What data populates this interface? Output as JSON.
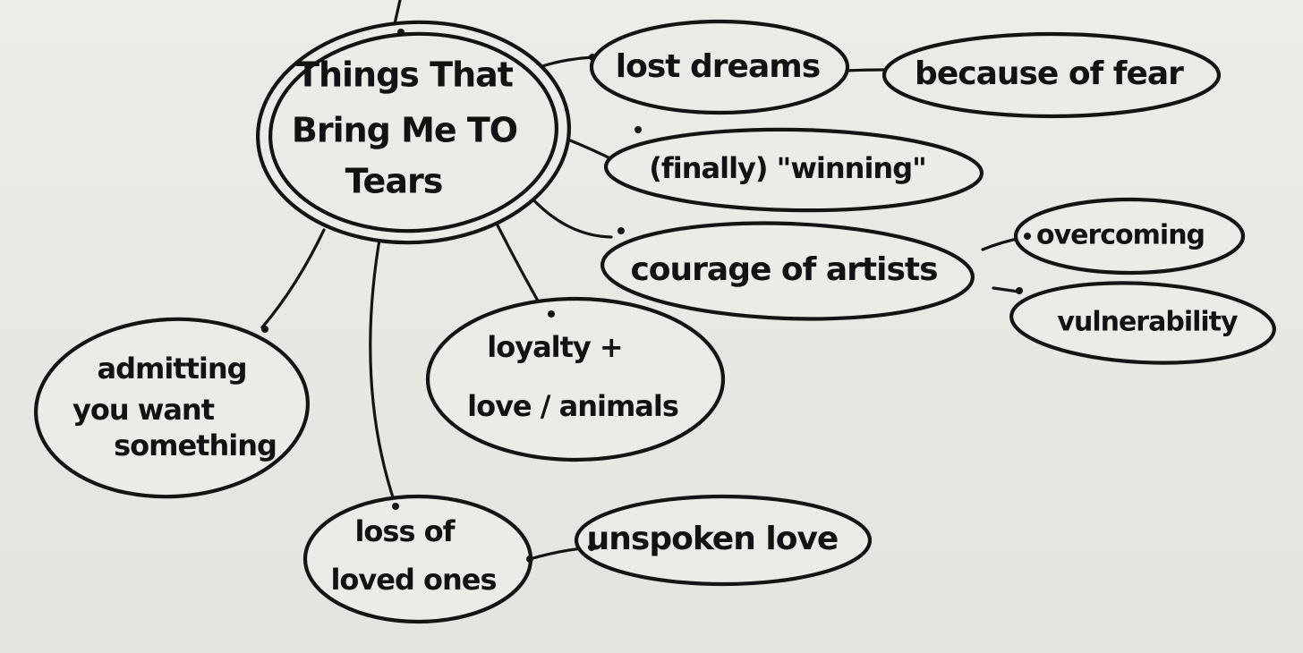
{
  "center": {
    "lines": [
      "Things That",
      "Bring Me TO",
      "Tears"
    ]
  },
  "nodes": {
    "lost_dreams": "lost dreams",
    "because_of_fear": "because of fear",
    "finally_winning": "(finally) \"winning\"",
    "courage_of_artists": "courage of artists",
    "overcoming": "overcoming",
    "vulnerability": "vulnerability",
    "admitting": [
      "admitting",
      "you want",
      "something"
    ],
    "loyalty": [
      "loyalty +",
      "love / animals"
    ],
    "loss": [
      "loss of",
      "loved ones"
    ],
    "unspoken_love": "unspoken love"
  },
  "colors": {
    "ink": "#141414",
    "paper": "#ebebe7"
  }
}
